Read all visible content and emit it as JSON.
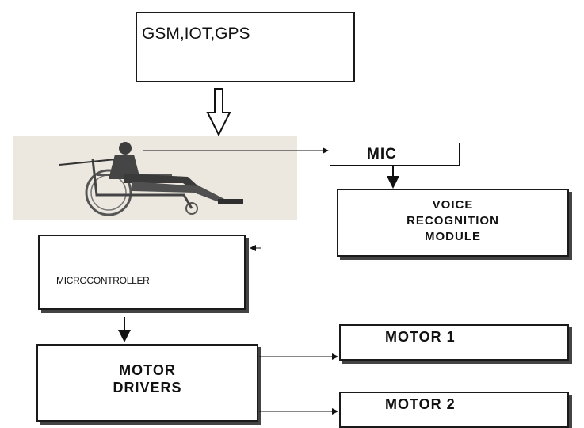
{
  "blocks": {
    "comm": "GSM,IOT,GPS",
    "mic": "MIC",
    "voice_line1": "VOICE",
    "voice_line2": "RECOGNITION",
    "voice_line3": "MODULE",
    "microcontroller": "MICROCONTROLLER",
    "driver_line1": "MOTOR",
    "driver_line2": "DRIVERS",
    "motor1": "MOTOR 1",
    "motor2": "MOTOR 2"
  }
}
